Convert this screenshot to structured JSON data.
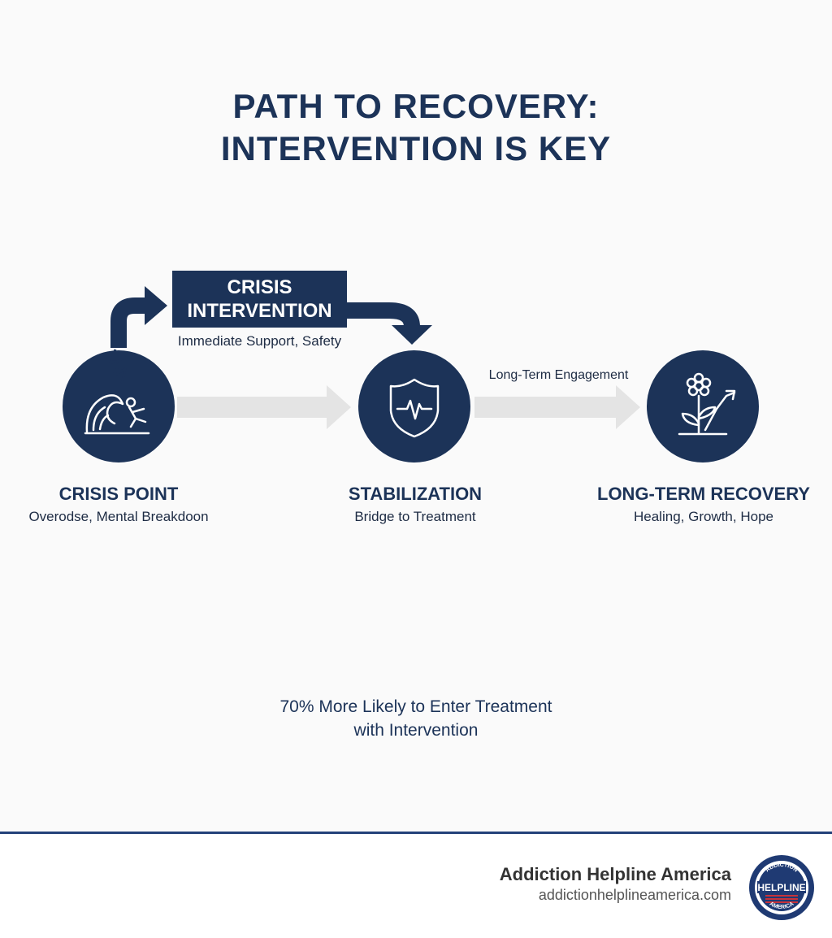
{
  "title": {
    "line1": "PATH TO RECOVERY:",
    "line2": "INTERVENTION IS KEY"
  },
  "crisis_intervention": {
    "line1": "CRISIS",
    "line2": "INTERVENTION",
    "sub": "Immediate Support, Safety"
  },
  "nodes": [
    {
      "label": "CRISIS POINT",
      "sub": "Overodse, Mental Breakdoon",
      "icon": "wave-icon"
    },
    {
      "label": "STABILIZATION",
      "sub": "Bridge to Treatment",
      "icon": "shield-heartbeat-icon"
    },
    {
      "label": "LONG-TERM RECOVERY",
      "sub": "Healing, Growth, Hope",
      "icon": "flower-growth-icon"
    }
  ],
  "connector_label": "Long-Term Engagement",
  "stat": {
    "line1": "70% More Likely to Enter Treatment",
    "line2": "with Intervention"
  },
  "footer": {
    "org_name": "Addiction Helpline America",
    "org_url": "addictionhelplineamerica.com",
    "badge_text_top": "ADDICTION",
    "badge_text_main": "HELPLINE",
    "badge_text_bottom": "AMERICA"
  },
  "colors": {
    "navy": "#1c3358",
    "arrow_gray": "#e4e4e4",
    "background": "#fafafa"
  }
}
